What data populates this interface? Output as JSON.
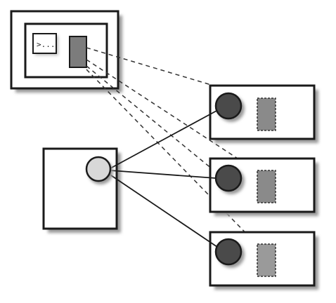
{
  "terminal": {
    "prompt_text": ">...",
    "icon": "terminal-icon"
  },
  "colors": {
    "background": "#ffffff",
    "stroke": "#1a1a1a",
    "shadow": "#9a9a9a",
    "node_dark": "#4a4a4a",
    "node_light": "#d8d8d8",
    "slot_fill": "#8a8a8a",
    "slot_fill_light": "#9a9a9a",
    "dash_line": "#333333"
  },
  "diagram": {
    "source_node": "light-circle",
    "target_count": 3,
    "connection_style": {
      "from_terminal": "dashed",
      "from_source_node": "solid"
    }
  }
}
